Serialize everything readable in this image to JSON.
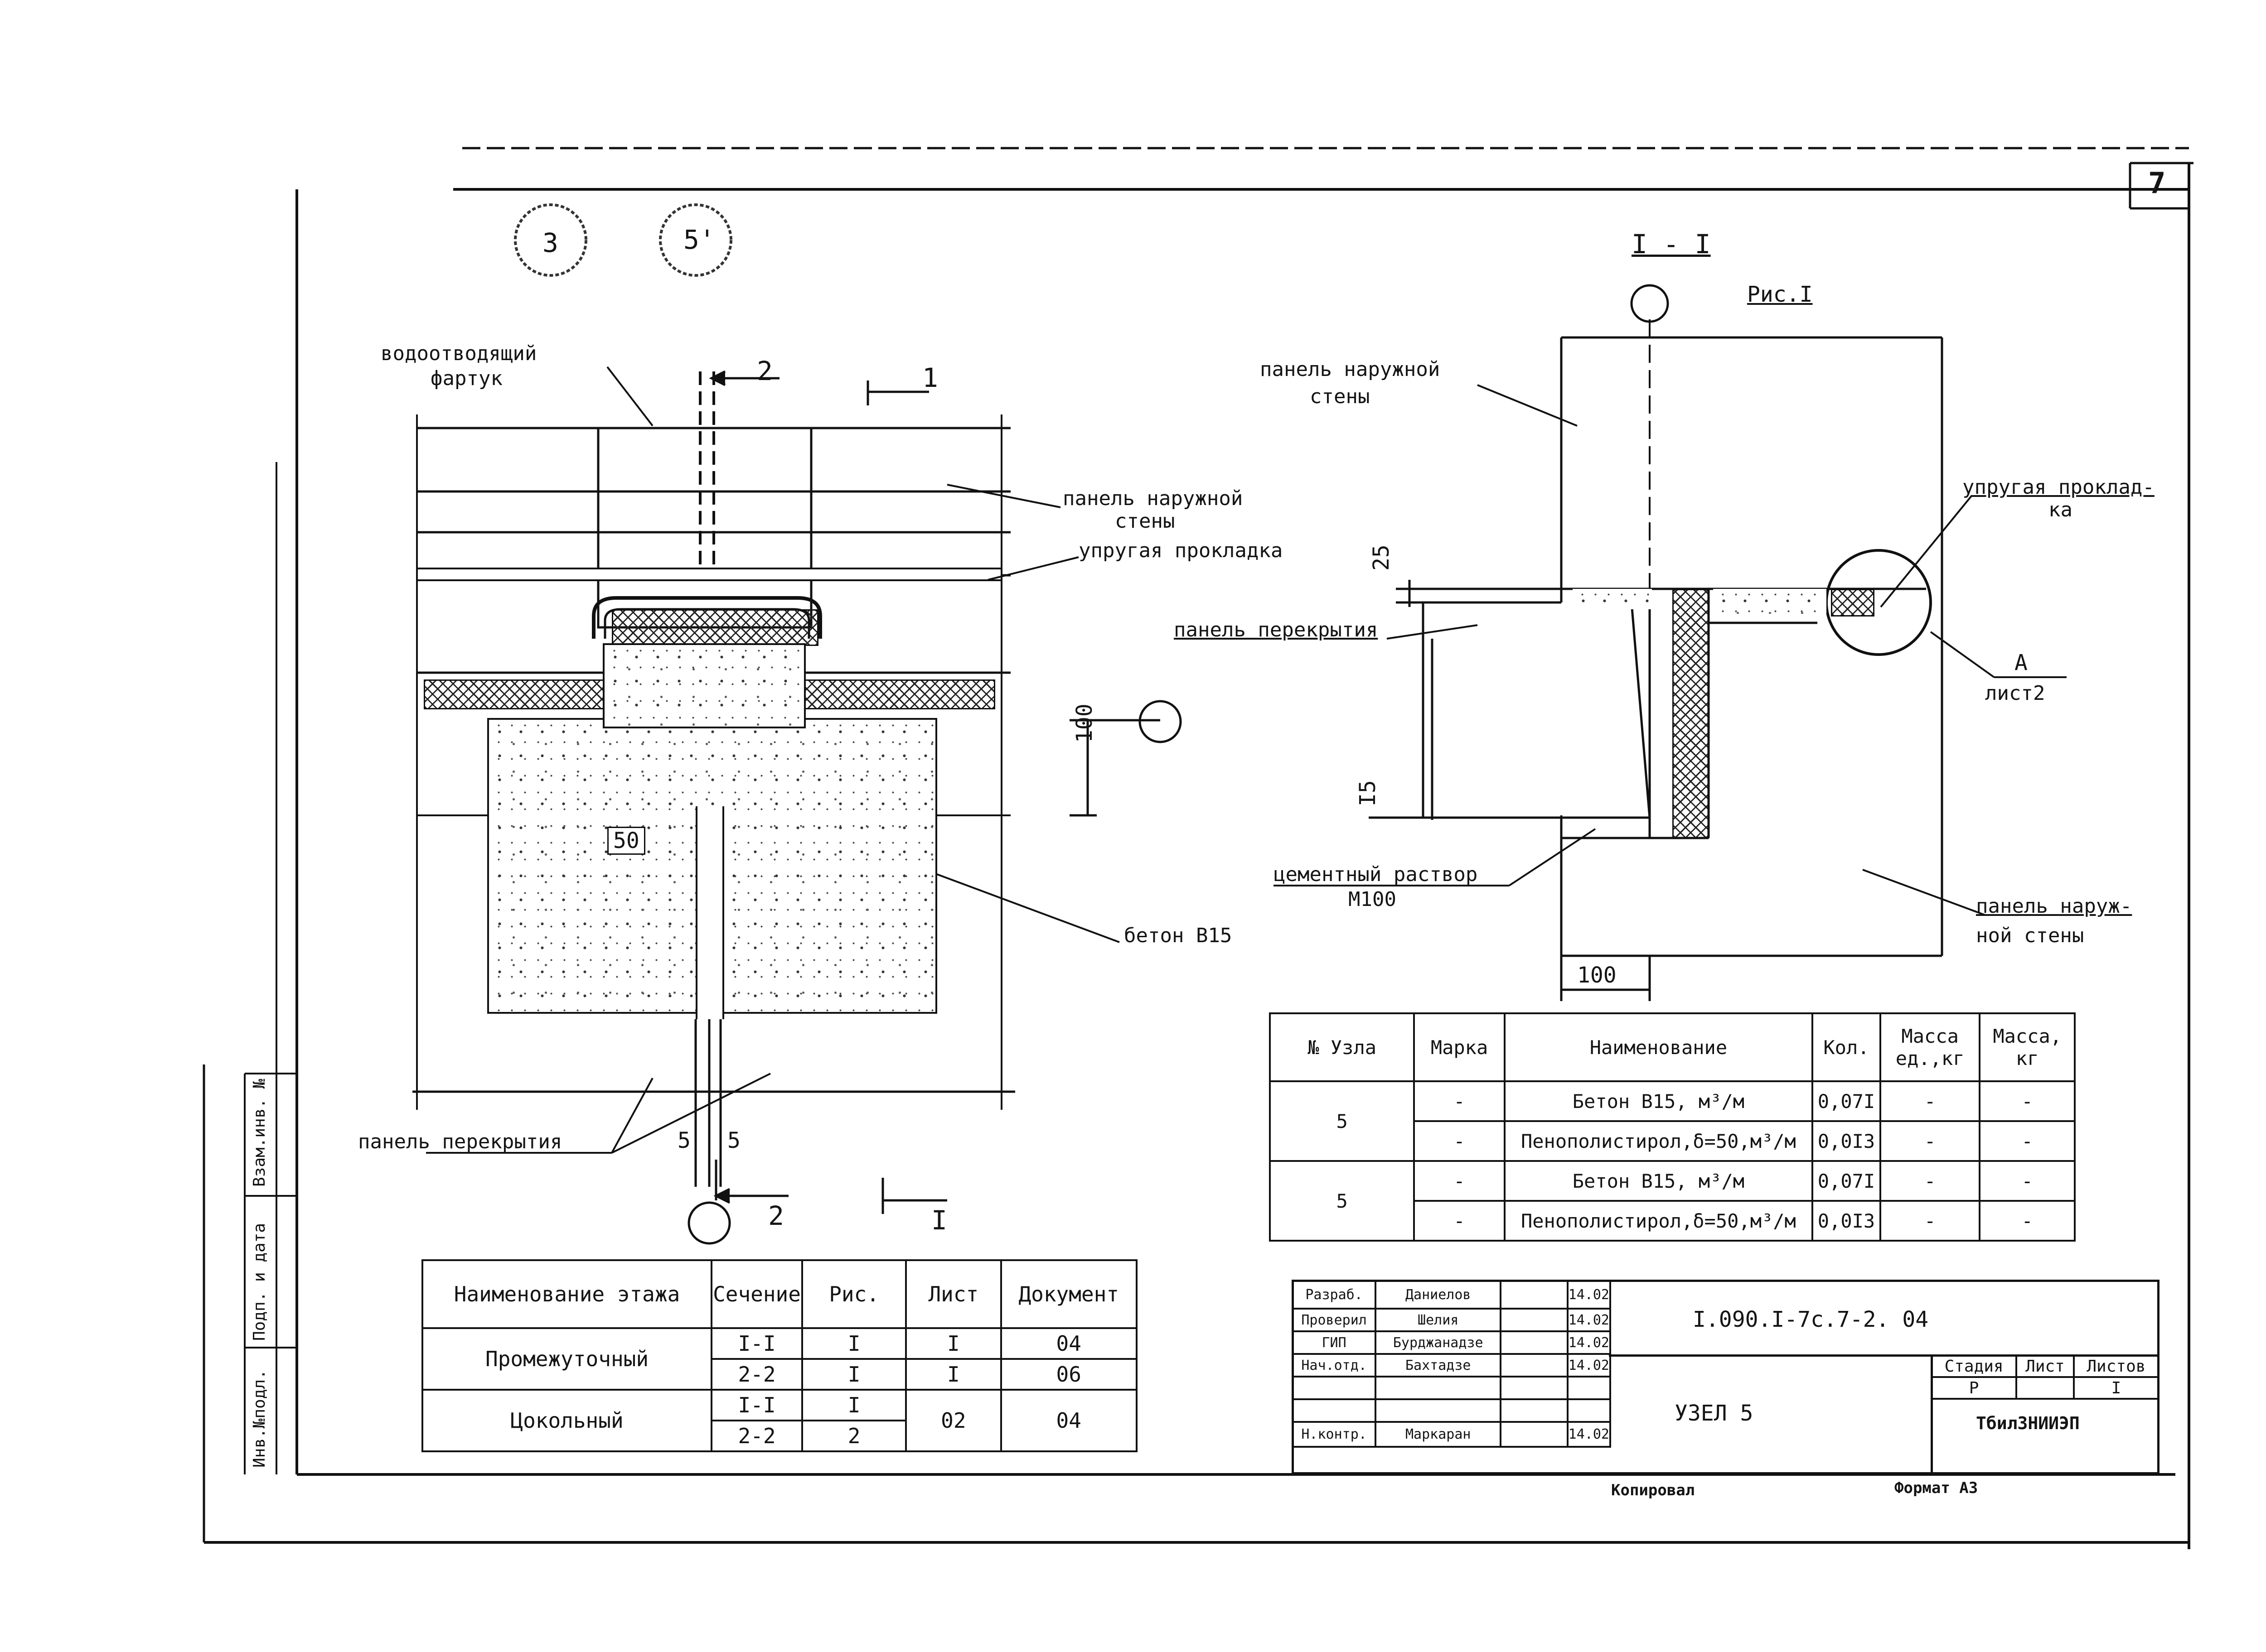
{
  "sheet_number": "7",
  "callouts": {
    "a": "3",
    "b": "5'"
  },
  "left_drawing": {
    "labels": {
      "flashing_1": "водоотводящий",
      "flashing_2": "фартук",
      "outer_wall_1": "панель наружной",
      "outer_wall_2": "стены",
      "gasket": "упругая прокладка",
      "concrete": "бетон В15",
      "floor_panel": "панель перекрытия"
    },
    "dims": {
      "d100": "100",
      "d50": "50",
      "d5a": "5",
      "d5b": "5"
    },
    "section_marks": {
      "s2_top": "2",
      "s1_top": "1",
      "s2_bottom": "2",
      "s1_bottom": "I"
    }
  },
  "right_drawing": {
    "section_title": "I - I",
    "fig_label": "Рис.I",
    "labels": {
      "outer_wall_1": "панель наружной",
      "outer_wall_2": "стены",
      "gasket_1": "упругая проклад-",
      "gasket_2": "ка",
      "floor_panel": "панель перекрытия",
      "mortar_1": "цементный раствор",
      "mortar_2": "М100",
      "outer_wall_b1": "панель наруж-",
      "outer_wall_b2": "ной стены",
      "ref_A": "А",
      "ref_sheet": "лист2"
    },
    "dims": {
      "d25": "25",
      "d15": "I5",
      "d100": "100"
    }
  },
  "spec_table": {
    "headers": [
      "№ Узла",
      "Марка",
      "Наименование",
      "Кол.",
      "Масса ед.,кг",
      "Масса, кг"
    ],
    "groups": [
      {
        "node": "5",
        "rows": [
          {
            "mark": "-",
            "name": "Бетон В15, м³/м",
            "qty": "0,07I",
            "unit_mass": "-",
            "mass": "-"
          },
          {
            "mark": "-",
            "name": "Пенополистирол,δ=50,м³/м",
            "qty": "0,0I3",
            "unit_mass": "-",
            "mass": "-"
          }
        ]
      },
      {
        "node": "5",
        "rows": [
          {
            "mark": "-",
            "name": "Бетон В15, м³/м",
            "qty": "0,07I",
            "unit_mass": "-",
            "mass": "-"
          },
          {
            "mark": "-",
            "name": "Пенополистирол,δ=50,м³/м",
            "qty": "0,0I3",
            "unit_mass": "-",
            "mass": "-"
          }
        ]
      }
    ]
  },
  "floor_table": {
    "headers": [
      "Наименование этажа",
      "Сечение",
      "Рис.",
      "Лист",
      "Документ"
    ],
    "rows": [
      {
        "floor": "Промежуточный",
        "subrows": [
          {
            "section": "I-I",
            "fig": "I",
            "sheet": "I",
            "doc": "04"
          },
          {
            "section": "2-2",
            "fig": "I",
            "sheet": "I",
            "doc": "06"
          }
        ]
      },
      {
        "floor": "Цокольный",
        "subrows": [
          {
            "section": "I-I",
            "fig": "I",
            "sheet": "02",
            "doc": "04"
          },
          {
            "section": "2-2",
            "fig": "2",
            "sheet": "",
            "doc": ""
          }
        ]
      }
    ]
  },
  "title_block": {
    "roles": [
      "Разраб.",
      "Проверил",
      "ГИП",
      "Нач.отд.",
      "",
      "",
      "Н.контр."
    ],
    "names": [
      "Даниелов",
      "Шелия",
      "Бурджанадзе",
      "Бахтадзе",
      "",
      "",
      "Маркаран"
    ],
    "dates": [
      "14.02",
      "14.02",
      "14.02",
      "14.02",
      "",
      "",
      "14.02"
    ],
    "doc_code": "I.090.I-7с.7-2. 04",
    "title": "УЗЕЛ 5",
    "stage_header": "Стадия",
    "sheet_header": "Лист",
    "sheets_header": "Листов",
    "stage": "Р",
    "sheets": "I",
    "org": "ТбилЗНИИЭП"
  },
  "side_stamp": {
    "a": "Взам.инв. №",
    "b": "Подп. и дата",
    "c": "Инв.№подл."
  },
  "footer": {
    "copied": "Копировал",
    "format": "Формат А3"
  }
}
